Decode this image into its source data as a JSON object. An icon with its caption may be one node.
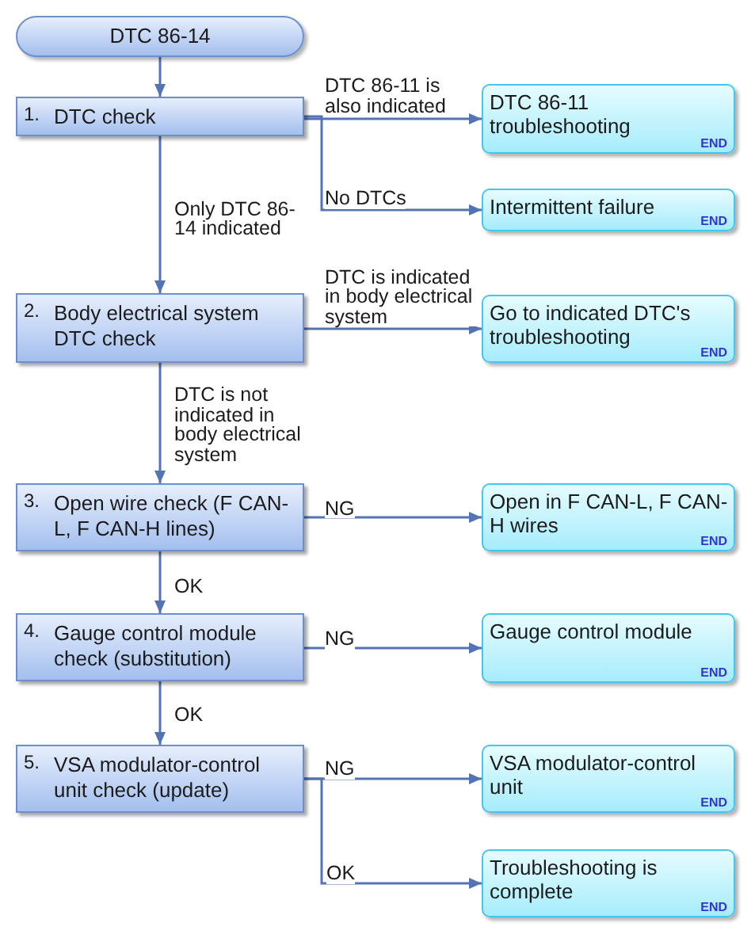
{
  "diagram": {
    "nodes": [
      {
        "text": [
          "DTC 86-14"
        ]
      },
      {
        "text": [
          "1.",
          "DTC check"
        ]
      },
      {
        "text": [
          "DTC 86-11 troubleshooting",
          "END"
        ]
      },
      {
        "text": [
          "Intermittent failure",
          "END"
        ]
      },
      {
        "text": [
          "2.",
          "Body electrical system DTC check"
        ]
      },
      {
        "text": [
          "Go to indicated DTC's troubleshooting",
          "END"
        ]
      },
      {
        "text": [
          "3.",
          "Open wire check (F CAN-L, F CAN-H lines)"
        ]
      },
      {
        "text": [
          "Open in F CAN-L, F CAN-H wires",
          "END"
        ]
      },
      {
        "text": [
          "4.",
          "Gauge control module check (substitution)"
        ]
      },
      {
        "text": [
          "Gauge control module",
          "END"
        ]
      },
      {
        "text": [
          "5.",
          "VSA modulator-control unit check (update)"
        ]
      },
      {
        "text": [
          "VSA modulator-control unit",
          "END"
        ]
      },
      {
        "text": [
          "Troubleshooting is complete",
          "END"
        ]
      }
    ],
    "edges": [
      {
        "from": 0,
        "to": 1,
        "arrow": "to"
      },
      {
        "from": 1,
        "to": 2,
        "arrow": "to",
        "label": "DTC 86-11 is also indicated"
      },
      {
        "from": 1,
        "to": 3,
        "arrow": "to",
        "label": "No DTCs"
      },
      {
        "from": 1,
        "to": 4,
        "arrow": "to",
        "label": "Only DTC 86-14 indicated"
      },
      {
        "from": 4,
        "to": 5,
        "arrow": "to",
        "label": "DTC is indicated in body electrical system"
      },
      {
        "from": 4,
        "to": 6,
        "arrow": "to",
        "label": "DTC is not indicated in body electrical system"
      },
      {
        "from": 6,
        "to": 7,
        "arrow": "to",
        "label": "NG"
      },
      {
        "from": 6,
        "to": 8,
        "arrow": "to",
        "label": "OK"
      },
      {
        "from": 8,
        "to": 9,
        "arrow": "to",
        "label": "NG"
      },
      {
        "from": 8,
        "to": 10,
        "arrow": "to",
        "label": "OK"
      },
      {
        "from": 10,
        "to": 11,
        "arrow": "to",
        "label": "NG"
      },
      {
        "from": 10,
        "to": 12,
        "arrow": "to",
        "label": "OK"
      }
    ]
  }
}
